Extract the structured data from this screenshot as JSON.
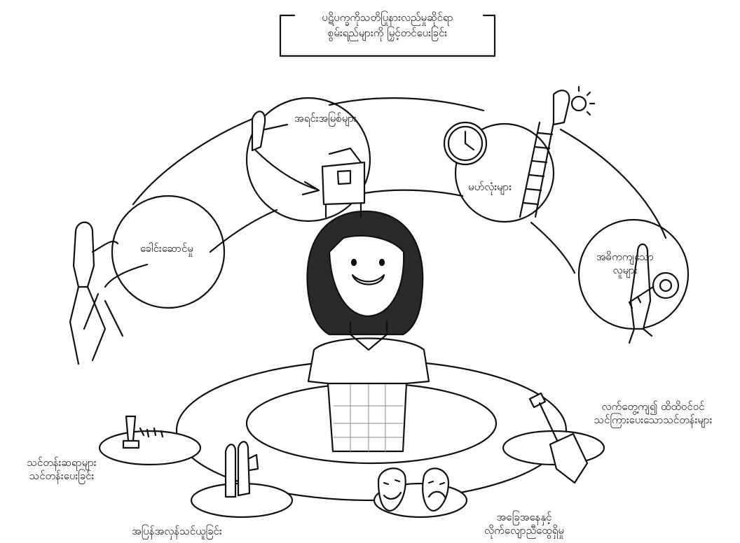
{
  "title": {
    "line1": "ပဋိပက္ခကိုသတိပြုနားလည်မှုဆိုင်ရာ",
    "line2": "စွမ်းရည်များကို မြှင့်တင်ပေးခြင်း"
  },
  "upper_nodes": {
    "leadership": "ခေါင်းဆောင်မှု",
    "resources": "အရင်းအမြစ်များ",
    "milestones": "မဟ်လုံးများ",
    "key_persons_line1": "အဓိကကျသော",
    "key_persons_line2": "လူများ"
  },
  "lower_nodes": {
    "practical_line1": "လက်တွေ့ကျ၍ ထိထိဝင်ဝင်",
    "practical_line2": "သင်ကြားပေးသောသင်တန်းများ",
    "trainers_line1": "သင်တန်းဆရာများ",
    "trainers_line2": "သင်တန်းပေးခြင်း",
    "reflection": "အပြန်အလှန်သင်ယူခြင်း",
    "context_line1": "အခြေအနေနှင့်",
    "context_line2": "လိုက်လျောညီထွေရှိမှု"
  }
}
